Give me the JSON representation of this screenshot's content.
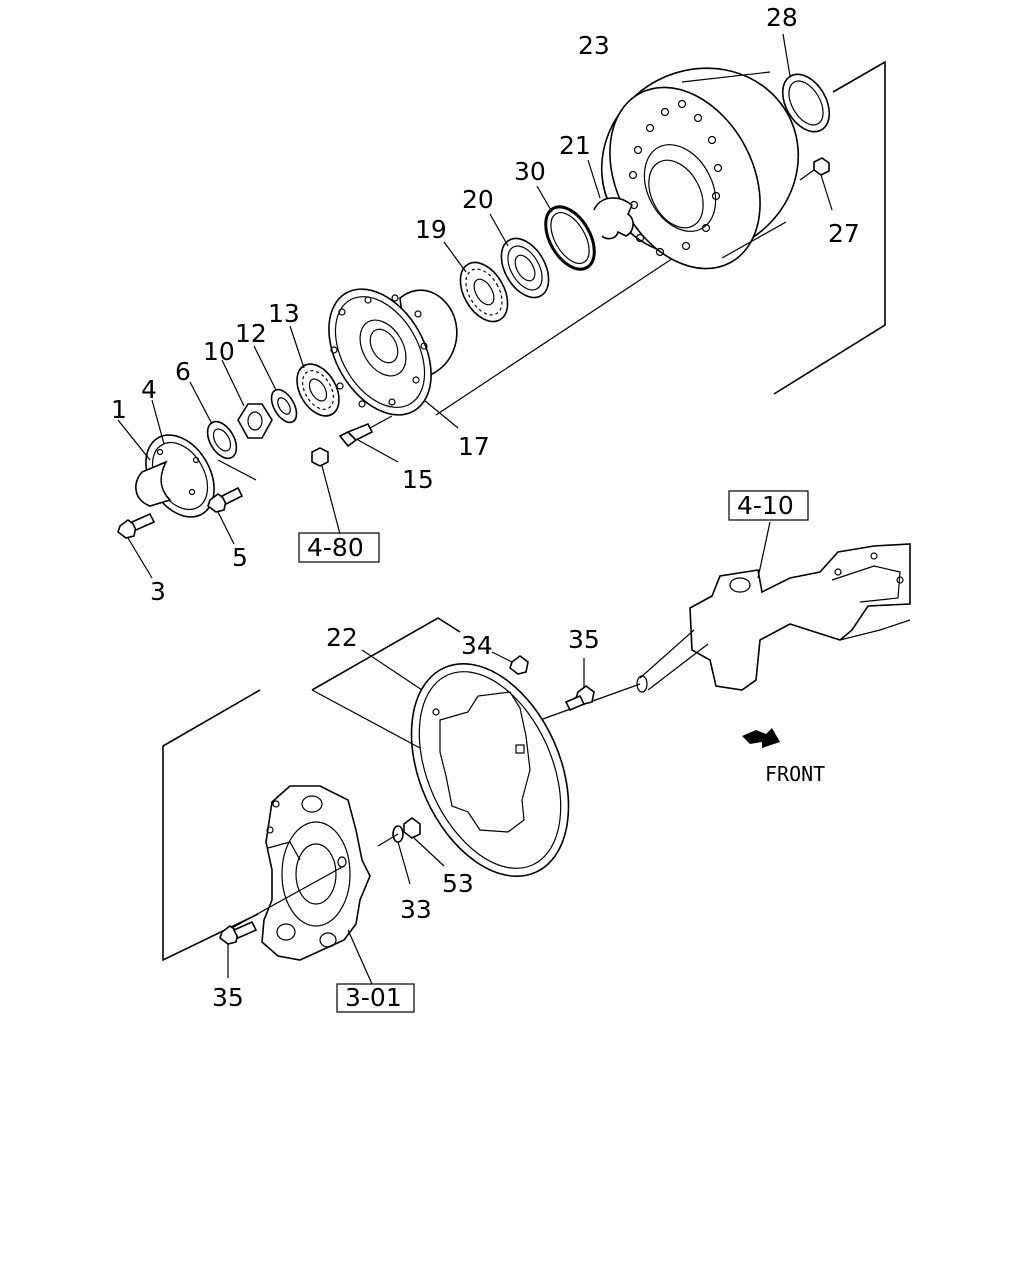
{
  "callouts": {
    "c1": "1",
    "c3": "3",
    "c4": "4",
    "c5": "5",
    "c6": "6",
    "c10": "10",
    "c12": "12",
    "c13": "13",
    "c15": "15",
    "c17": "17",
    "c19": "19",
    "c20": "20",
    "c21": "21",
    "c22": "22",
    "c23": "23",
    "c27": "27",
    "c28": "28",
    "c30": "30",
    "c33": "33",
    "c34": "34",
    "c35a": "35",
    "c35b": "35",
    "c53": "53"
  },
  "references": {
    "r480": "4-80",
    "r410": "4-10",
    "r301": "3-01"
  },
  "front_label": "FRONT"
}
